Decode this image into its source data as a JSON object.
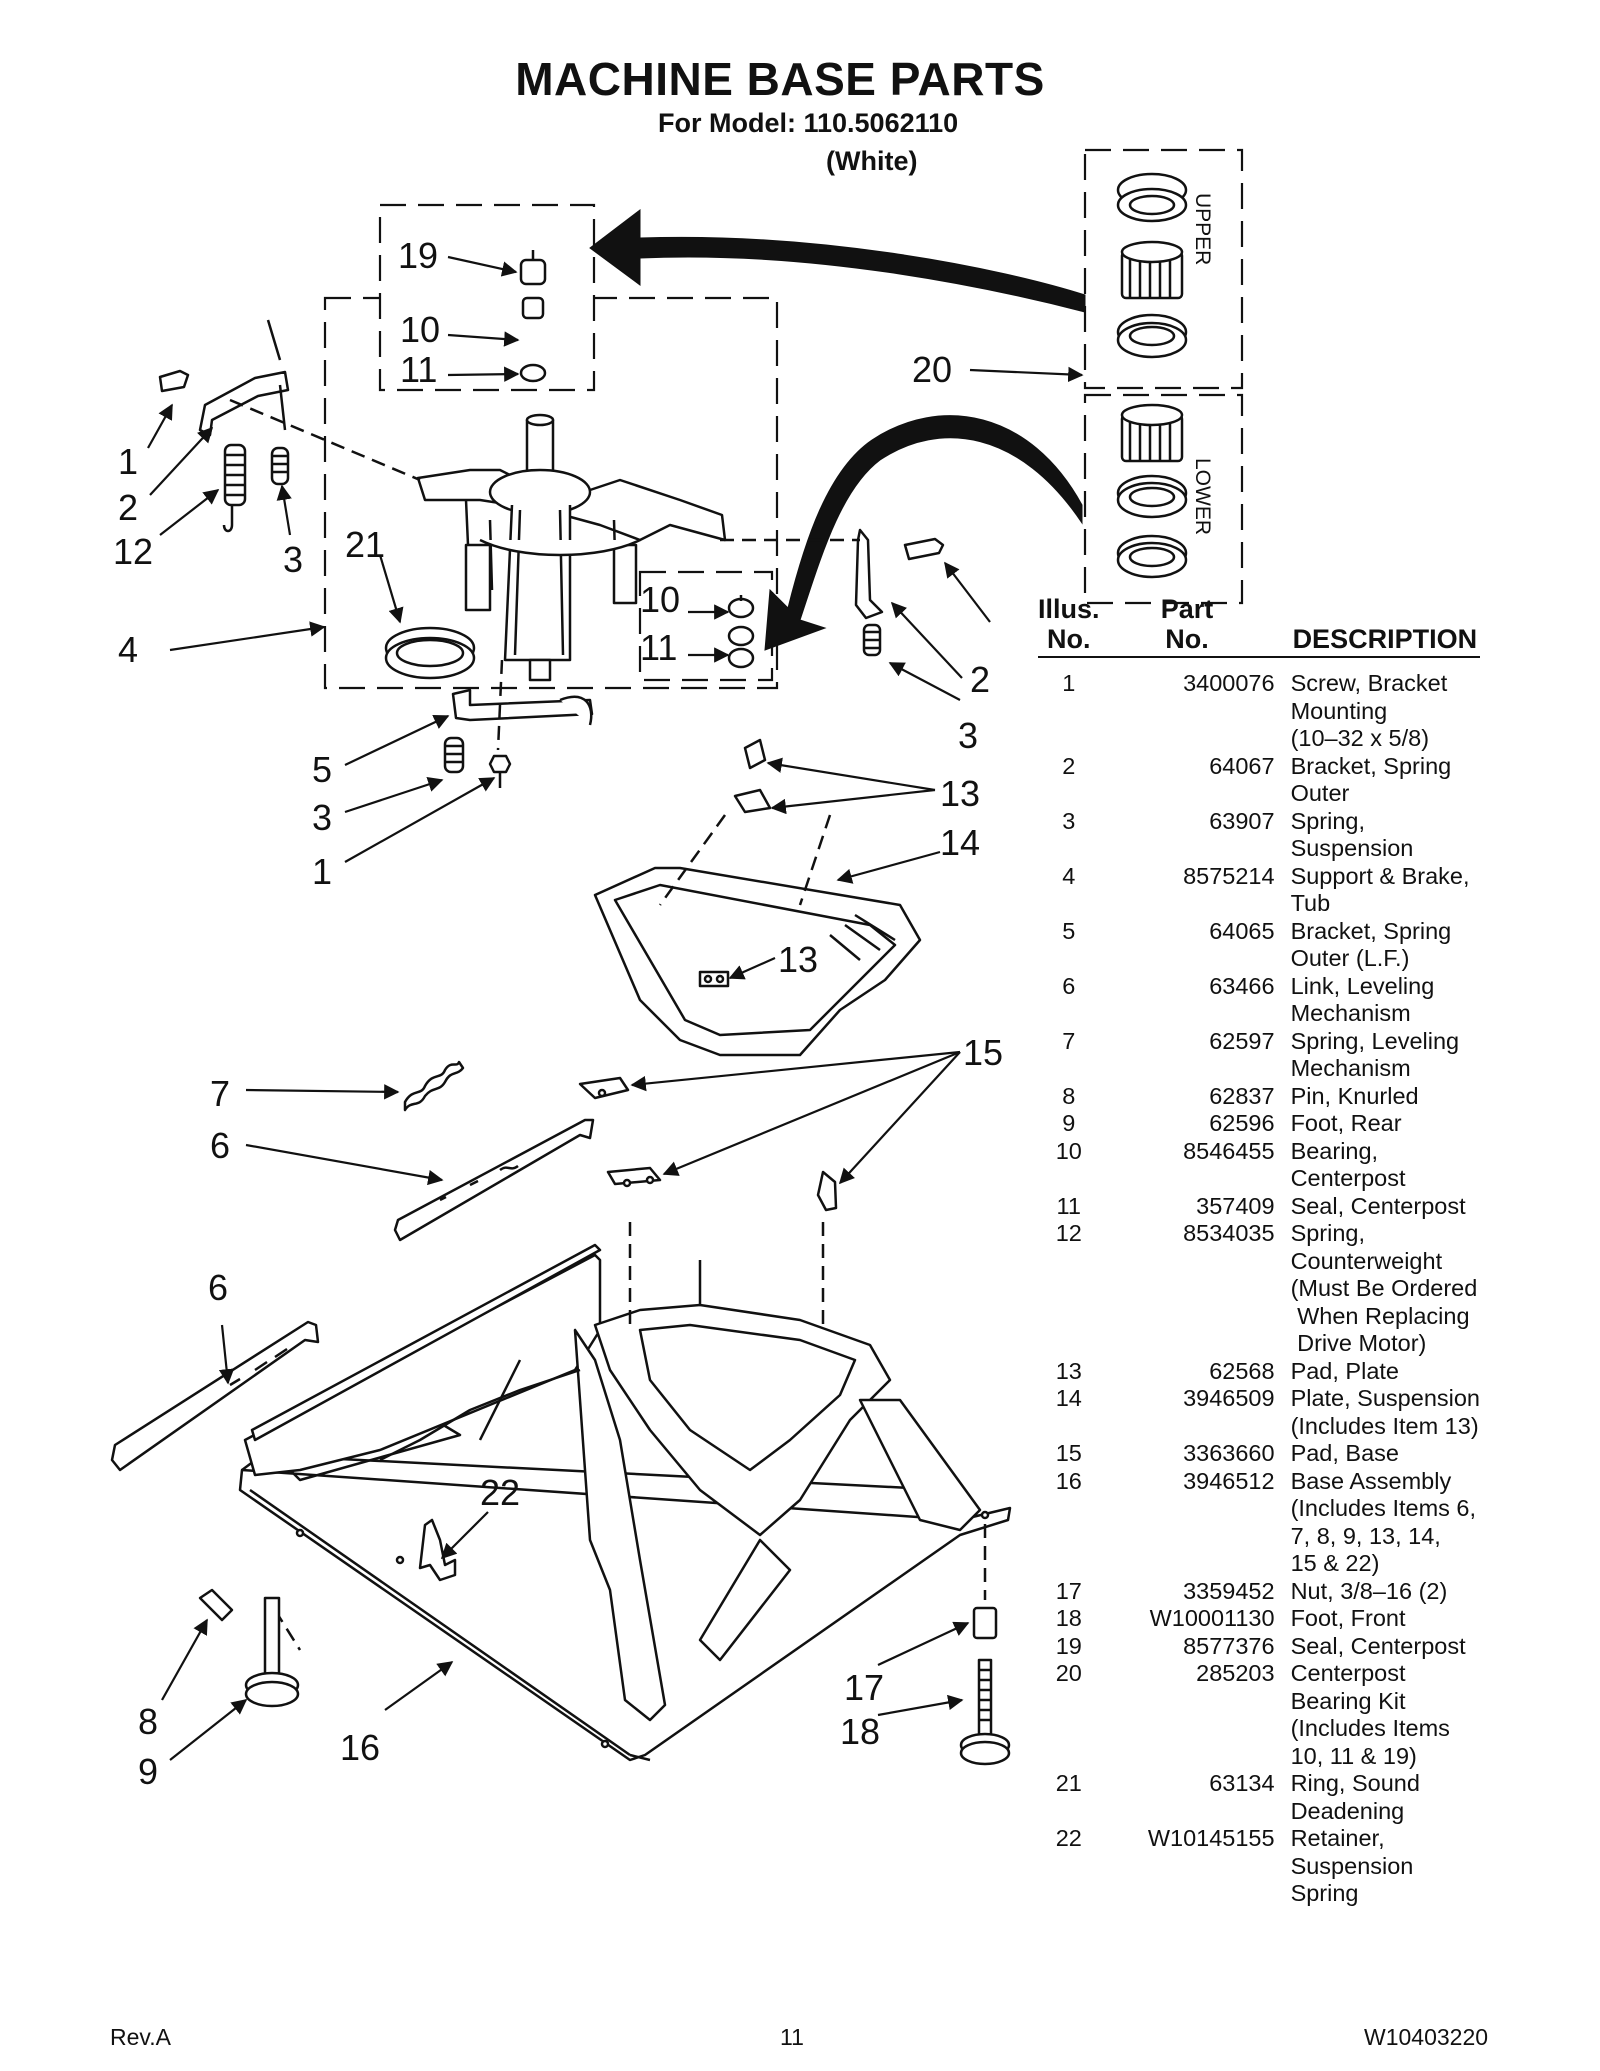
{
  "title": "MACHINE BASE PARTS",
  "model_line": "For Model: 110.5062110",
  "color_line": "(White)",
  "kit_labels": {
    "upper": "UPPER",
    "lower": "LOWER"
  },
  "callouts": {
    "c1a": "1",
    "c2a": "2",
    "c12": "12",
    "c3a": "3",
    "c21": "21",
    "c4": "4",
    "c19": "19",
    "c10a": "10",
    "c11a": "11",
    "c20": "20",
    "c10b": "10",
    "c11b": "11",
    "c2b": "2",
    "c3b": "3",
    "c5": "5",
    "c3c": "3",
    "c1b": "1",
    "c13a": "13",
    "c14": "14",
    "c13b": "13",
    "c15": "15",
    "c7": "7",
    "c6a": "6",
    "c6b": "6",
    "c22": "22",
    "c8": "8",
    "c9": "9",
    "c16": "16",
    "c17": "17",
    "c18": "18"
  },
  "table": {
    "headers": {
      "illus": [
        "Illus.",
        "No."
      ],
      "part": [
        "Part",
        "No."
      ],
      "description": "DESCRIPTION"
    },
    "rows": [
      {
        "illus": "1",
        "part": "3400076",
        "desc": [
          "Screw, Bracket",
          "Mounting",
          "(10–32 x 5/8)"
        ]
      },
      {
        "illus": "2",
        "part": "64067",
        "desc": [
          "Bracket, Spring",
          "Outer"
        ]
      },
      {
        "illus": "3",
        "part": "63907",
        "desc": [
          "Spring,",
          "Suspension"
        ]
      },
      {
        "illus": "4",
        "part": "8575214",
        "desc": [
          "Support & Brake,",
          "Tub"
        ]
      },
      {
        "illus": "5",
        "part": "64065",
        "desc": [
          "Bracket, Spring",
          "Outer (L.F.)"
        ]
      },
      {
        "illus": "6",
        "part": "63466",
        "desc": [
          "Link, Leveling",
          "Mechanism"
        ]
      },
      {
        "illus": "7",
        "part": "62597",
        "desc": [
          "Spring, Leveling",
          "Mechanism"
        ]
      },
      {
        "illus": "8",
        "part": "62837",
        "desc": [
          "Pin, Knurled"
        ]
      },
      {
        "illus": "9",
        "part": "62596",
        "desc": [
          "Foot, Rear"
        ]
      },
      {
        "illus": "10",
        "part": "8546455",
        "desc": [
          "Bearing,",
          "Centerpost"
        ]
      },
      {
        "illus": "11",
        "part": "357409",
        "desc": [
          "Seal, Centerpost"
        ]
      },
      {
        "illus": "12",
        "part": "8534035",
        "desc": [
          "Spring,",
          "Counterweight",
          "(Must Be Ordered",
          " When Replacing",
          " Drive Motor)"
        ]
      },
      {
        "illus": "13",
        "part": "62568",
        "desc": [
          "Pad, Plate"
        ]
      },
      {
        "illus": "14",
        "part": "3946509",
        "desc": [
          "Plate, Suspension",
          "(Includes Item 13)"
        ]
      },
      {
        "illus": "15",
        "part": "3363660",
        "desc": [
          "Pad, Base"
        ]
      },
      {
        "illus": "16",
        "part": "3946512",
        "desc": [
          "Base Assembly",
          "(Includes Items 6,",
          "7, 8, 9, 13, 14,",
          "15 & 22)"
        ]
      },
      {
        "illus": "17",
        "part": "3359452",
        "desc": [
          "Nut, 3/8–16 (2)"
        ]
      },
      {
        "illus": "18",
        "part": "W10001130",
        "desc": [
          "Foot, Front"
        ]
      },
      {
        "illus": "19",
        "part": "8577376",
        "desc": [
          "Seal, Centerpost"
        ]
      },
      {
        "illus": "20",
        "part": "285203",
        "desc": [
          "Centerpost",
          "Bearing Kit",
          "(Includes Items",
          "10, 11 & 19)"
        ]
      },
      {
        "illus": "21",
        "part": "63134",
        "desc": [
          "Ring, Sound",
          "Deadening"
        ]
      },
      {
        "illus": "22",
        "part": "W10145155",
        "desc": [
          "Retainer,",
          "Suspension",
          "Spring"
        ]
      }
    ]
  },
  "footer": {
    "rev": "Rev.A",
    "page": "11",
    "doc": "W10403220"
  }
}
